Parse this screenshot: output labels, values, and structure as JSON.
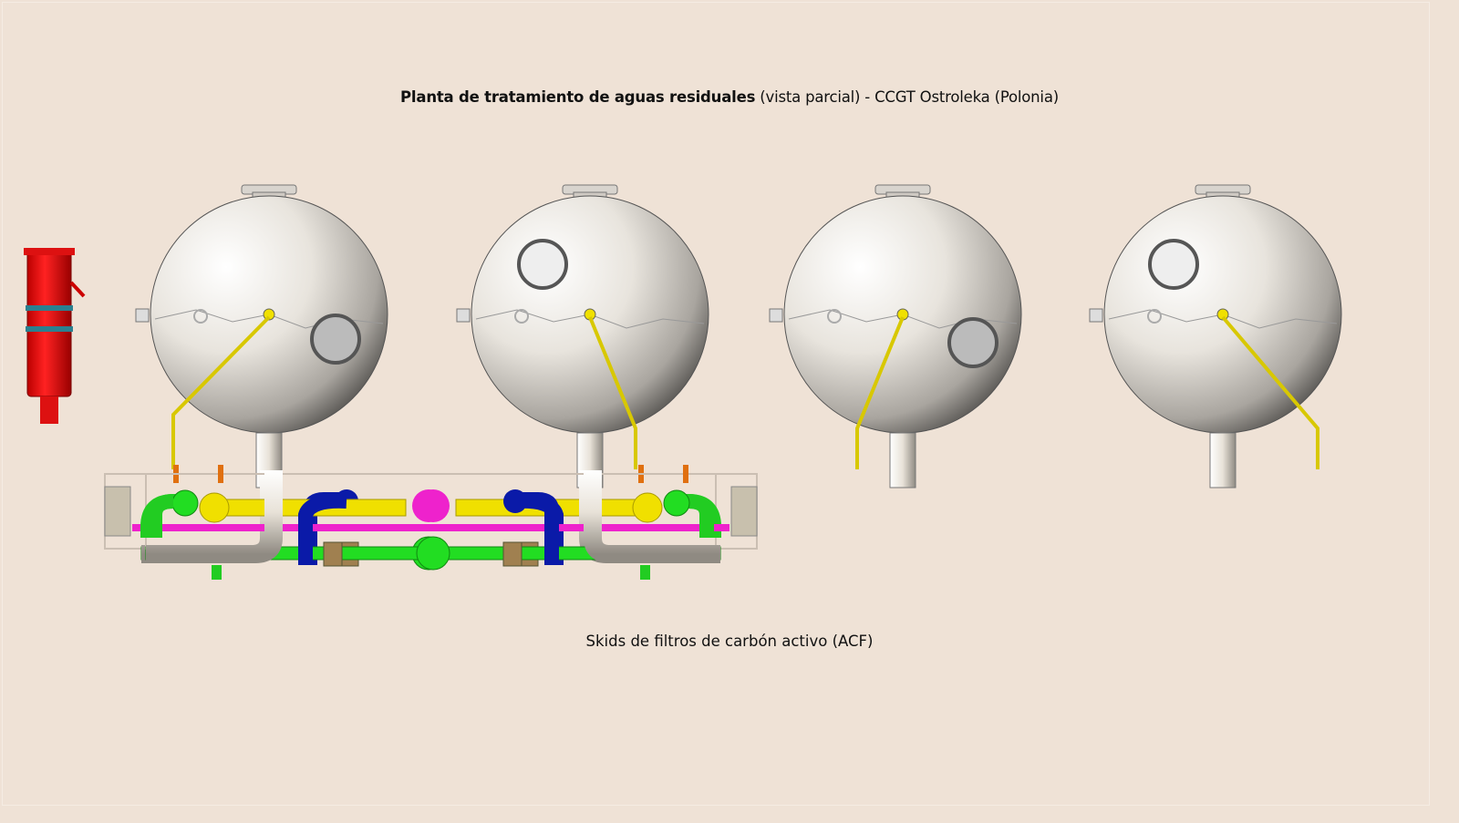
{
  "title": {
    "bold": "Planta de tratamiento de aguas residuales",
    "normal": " (vista parcial) - CCGT Ostroleka (Polonia)"
  },
  "caption": "Skids de filtros de carbón activo (ACF)",
  "colors": {
    "background": "#efe2d6",
    "pipe_green": "#22dd22",
    "pipe_blue": "#0a1aa8",
    "pipe_magenta": "#ee22cc",
    "pipe_yellow": "#f0e000",
    "pipe_white": "#e9e4dc",
    "filter_red": "#e01a10"
  }
}
